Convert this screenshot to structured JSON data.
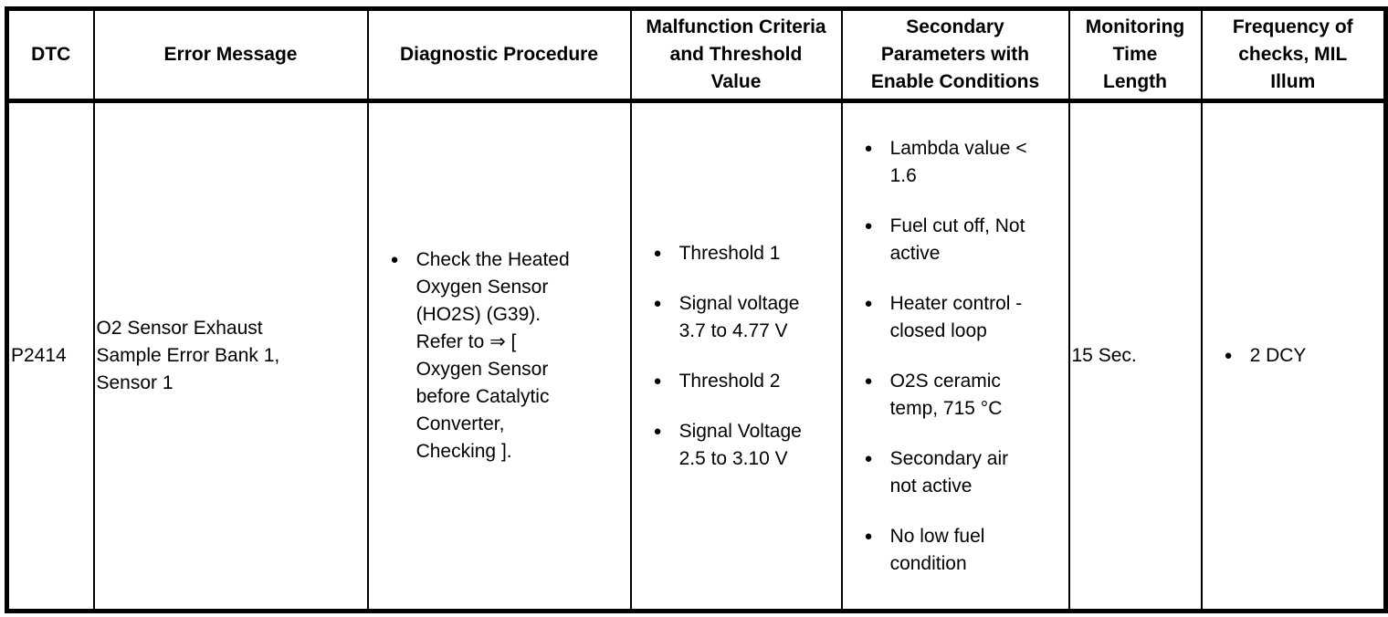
{
  "colors": {
    "border": "#000000",
    "text": "#000000",
    "background": "#ffffff"
  },
  "table": {
    "headers": [
      "DTC",
      "Error Message",
      "Diagnostic Procedure",
      "Malfunction Criteria\nand Threshold\nValue",
      "Secondary\nParameters with\nEnable Conditions",
      "Monitoring\nTime\nLength",
      "Frequency of\nchecks, MIL\nIllum"
    ],
    "rows": [
      {
        "dtc": "P2414",
        "error_message": "O2 Sensor Exhaust\nSample Error Bank 1,\nSensor 1",
        "diagnostic_procedure": [
          "Check the Heated\nOxygen Sensor\n(HO2S) (G39).\nRefer to ⇒ [\nOxygen Sensor\nbefore Catalytic\nConverter,\nChecking ]."
        ],
        "malfunction_criteria": [
          "Threshold 1",
          "Signal voltage\n3.7 to 4.77 V",
          "Threshold 2",
          "Signal Voltage\n2.5 to 3.10 V"
        ],
        "secondary_parameters": [
          "Lambda value <\n1.6",
          "Fuel cut off, Not\nactive",
          "Heater control -\nclosed loop",
          "O2S ceramic\ntemp, 715 °C",
          "Secondary air\nnot active",
          "No low fuel\ncondition"
        ],
        "monitoring_time_length": "15 Sec.",
        "frequency_of_checks": [
          "2 DCY"
        ]
      }
    ]
  }
}
